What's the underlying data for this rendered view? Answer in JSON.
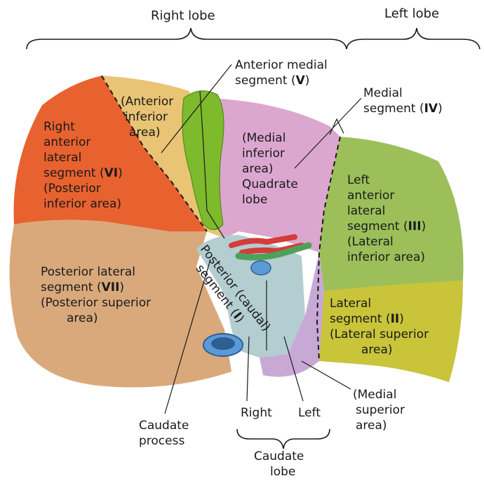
{
  "headers": {
    "right_lobe": "Right lobe",
    "left_lobe": "Left lobe"
  },
  "labels": {
    "anterior_medial": [
      "Anterior medial",
      "segment (",
      "V",
      ")"
    ],
    "medial_segment": [
      "Medial",
      "segment (",
      "IV",
      ")"
    ],
    "anterior_inferior": [
      "(Anterior",
      "inferior",
      "area)"
    ],
    "seg_vi": [
      "Right",
      "anterior",
      "lateral",
      "segment (",
      "VI",
      ")",
      "(Posterior",
      "inferior area)"
    ],
    "medial_inferior": [
      "(Medial",
      "inferior",
      "area)",
      "Quadrate",
      "lobe"
    ],
    "seg_iii": [
      "Left",
      "anterior",
      "lateral",
      "segment (",
      "III",
      ")",
      "(Lateral",
      "inferior area)"
    ],
    "seg_vii": [
      "Posterior lateral",
      "segment (",
      "VII",
      ")",
      "(Posterior superior",
      "area)"
    ],
    "seg_i": [
      "Posterior (caudal)",
      "segment (",
      "I",
      ")"
    ],
    "seg_ii": [
      "Lateral",
      "segment (",
      "II",
      ")",
      "(Lateral superior",
      "area)"
    ],
    "medial_superior": [
      "(Medial",
      "superior",
      "area)"
    ],
    "caudate_process": [
      "Caudate",
      "process"
    ],
    "caudate_right": "Right",
    "caudate_left": "Left",
    "caudate_lobe": [
      "Caudate",
      "lobe"
    ]
  },
  "colors": {
    "seg_vi": "#e8622f",
    "seg_v": "#e8c474",
    "seg_vii": "#d9a97c",
    "seg_iv": "#dba7cf",
    "seg_iii": "#9cbf5a",
    "seg_ii": "#c9c43a",
    "seg_i": "#b3cdd0",
    "medial_superior": "#c8a9d6",
    "gallbladder": "#7dba2c",
    "ivc": "#5b9ad6",
    "portal_red": "#d63b3b",
    "portal_green": "#4fa05a"
  }
}
